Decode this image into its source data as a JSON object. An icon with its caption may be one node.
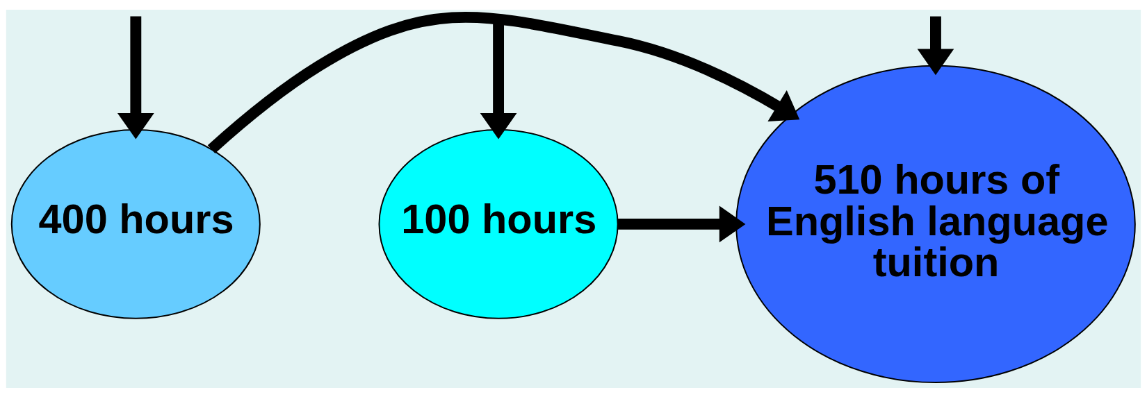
{
  "diagram": {
    "nodes": [
      {
        "text": [
          "100 hours"
        ]
      },
      {
        "text": [
          "400 hours"
        ]
      },
      {
        "text": [
          "510 hours of English language tuition"
        ]
      }
    ],
    "edges": [
      {
        "from": null,
        "to": 1,
        "arrow": "to"
      },
      {
        "from": null,
        "to": 0,
        "arrow": "to"
      },
      {
        "from": null,
        "to": 2,
        "arrow": "to"
      },
      {
        "from": 0,
        "to": 2,
        "arrow": "to"
      },
      {
        "from": 1,
        "to": 2,
        "arrow": "to"
      }
    ]
  }
}
